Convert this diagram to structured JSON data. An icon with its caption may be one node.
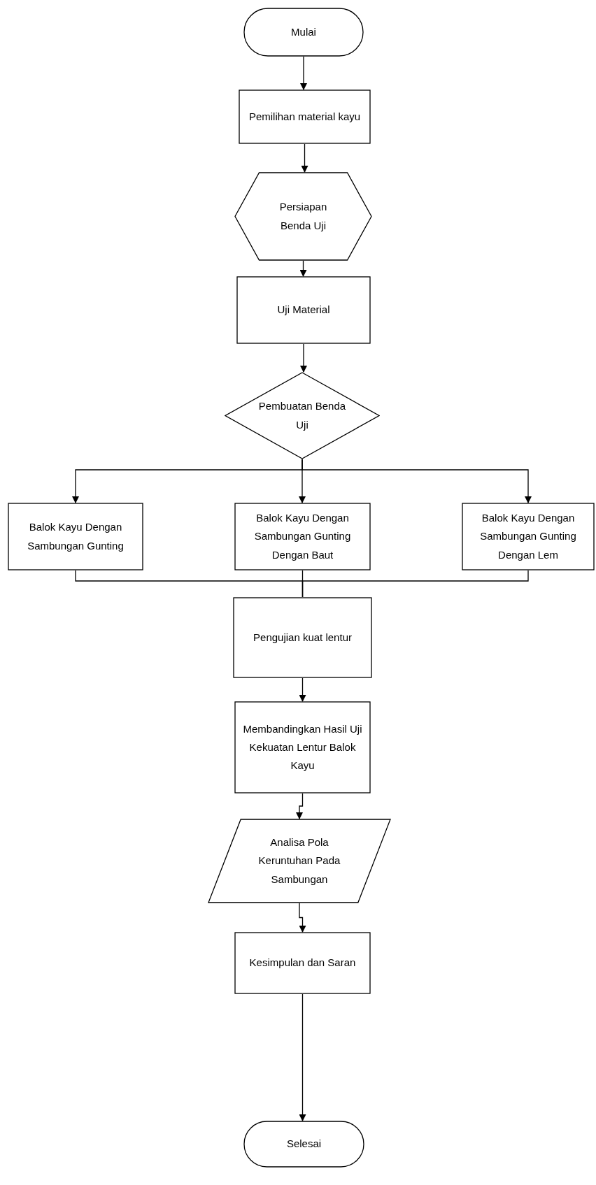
{
  "diagram": {
    "nodes": [
      {
        "text": [
          "Mulai"
        ]
      },
      {
        "text": [
          "Pemilihan material kayu"
        ]
      },
      {
        "text": [
          "Persiapan Benda Uji"
        ]
      },
      {
        "text": [
          "Uji Material"
        ]
      },
      {
        "text": [
          "Pembuatan Benda Uji"
        ]
      },
      {
        "text": [
          "Balok Kayu Dengan Sambungan Gunting"
        ]
      },
      {
        "text": [
          "Balok Kayu Dengan Sambungan Gunting Dengan Baut"
        ]
      },
      {
        "text": [
          "Balok Kayu Dengan Sambungan Gunting Dengan Lem"
        ]
      },
      {
        "text": [
          "Pengujian kuat lentur"
        ]
      },
      {
        "text": [
          "Membandingkan Hasil Uji Kekuatan Lentur Balok Kayu"
        ]
      },
      {
        "text": [
          "Analisa Pola Keruntuhan Pada Sambungan"
        ]
      },
      {
        "text": [
          "Kesimpulan dan Saran"
        ]
      },
      {
        "text": [
          "Selesai"
        ]
      }
    ],
    "edges": [
      {
        "from": 0,
        "to": 1,
        "arrow": "to"
      },
      {
        "from": 1,
        "to": 2,
        "arrow": "to"
      },
      {
        "from": 2,
        "to": 3,
        "arrow": "to"
      },
      {
        "from": 3,
        "to": 4,
        "arrow": "to"
      },
      {
        "from": 4,
        "to": 5,
        "arrow": "to"
      },
      {
        "from": 4,
        "to": 6,
        "arrow": "to"
      },
      {
        "from": 4,
        "to": 7,
        "arrow": "to"
      },
      {
        "from": 5,
        "to": 8,
        "arrow": "none"
      },
      {
        "from": 6,
        "to": 8,
        "arrow": "none"
      },
      {
        "from": 7,
        "to": 8,
        "arrow": "none"
      },
      {
        "from": 8,
        "to": 9,
        "arrow": "to"
      },
      {
        "from": 9,
        "to": 10,
        "arrow": "to"
      },
      {
        "from": 10,
        "to": 11,
        "arrow": "to"
      },
      {
        "from": 11,
        "to": 12,
        "arrow": "to"
      }
    ]
  }
}
